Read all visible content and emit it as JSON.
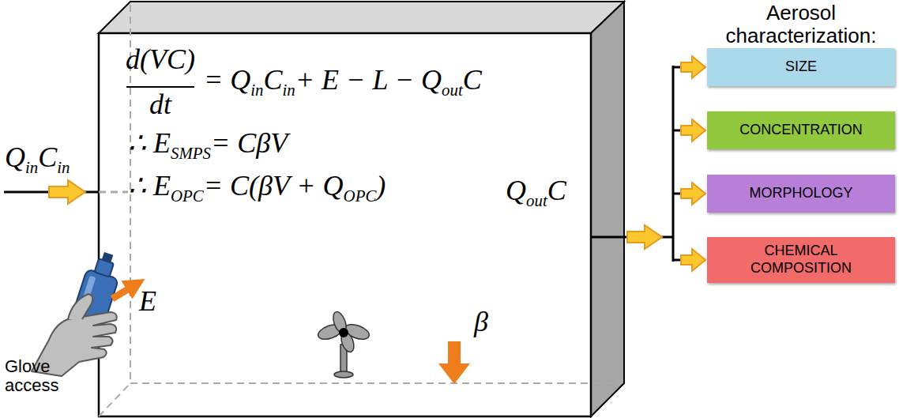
{
  "diagram": {
    "nodes": [
      {
        "text": [
          "SIZE"
        ]
      },
      {
        "text": [
          "CONCENTRATION"
        ]
      },
      {
        "text": [
          "MORPHOLOGY"
        ]
      },
      {
        "text": [
          "CHEMICAL COMPOSITION"
        ]
      }
    ],
    "labels": [
      "d(VC)",
      "dt",
      "= Q",
      "in",
      "C",
      "in",
      "+ E − L − Q",
      "out",
      "C",
      "∴ E",
      "SMPS",
      "= CβV",
      "∴ E",
      "OPC",
      "= C(βV + Q",
      "OPC",
      ")",
      "Q",
      "in",
      "C",
      "in",
      "Q",
      "out",
      "C",
      "E",
      "β",
      "Glove access",
      "Aerosol characterization:"
    ]
  }
}
